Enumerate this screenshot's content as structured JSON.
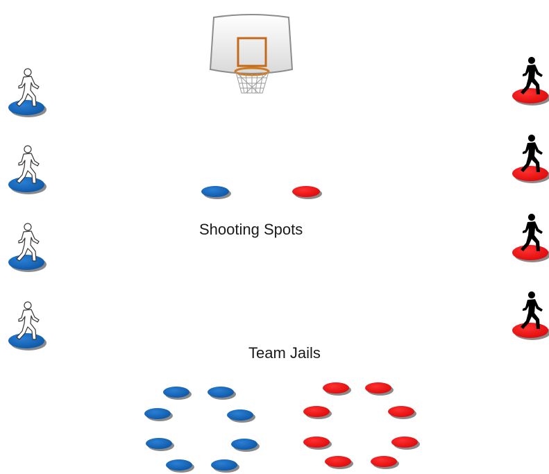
{
  "labels": {
    "shooting_spots": "Shooting Spots",
    "team_jails": "Team Jails"
  },
  "colors": {
    "blue_spot": "#1565b8",
    "red_spot": "#ee1111",
    "shadow": "#8a8a8a",
    "backboard": "#f4f4f4",
    "rim": "#d07a20",
    "blue_player_fill": "#ffffff",
    "red_player_fill": "#000000"
  },
  "teams": {
    "blue": {
      "player_count": 4,
      "jail_spot_count": 8,
      "player_style": "outline"
    },
    "red": {
      "player_count": 4,
      "jail_spot_count": 8,
      "player_style": "solid"
    }
  },
  "icons": [
    "basketball-hoop-icon",
    "walking-person-icon",
    "floor-spot-icon"
  ]
}
